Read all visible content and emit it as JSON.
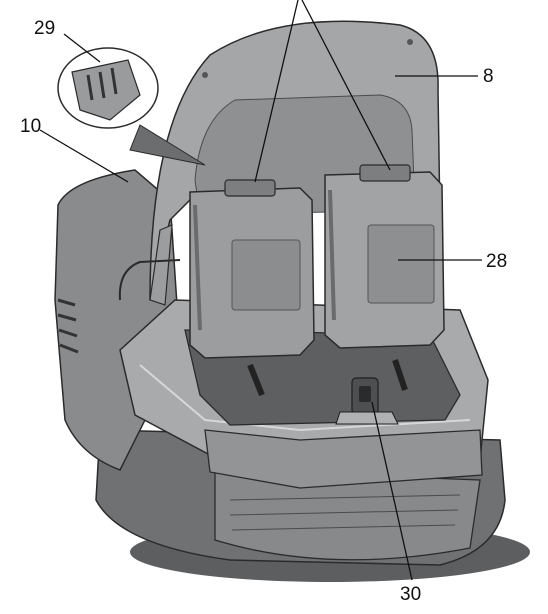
{
  "callouts": {
    "c29": "29",
    "c10": "10",
    "c8": "8",
    "c28": "28",
    "c30": "30"
  },
  "colors": {
    "body_dark": "#6f7072",
    "body_mid": "#8d8e90",
    "body_light": "#b9babb",
    "battery": "#9a9b9d",
    "battery_dark": "#58595b",
    "lid": "#a7a8aa",
    "outline": "#2b2b2b"
  }
}
